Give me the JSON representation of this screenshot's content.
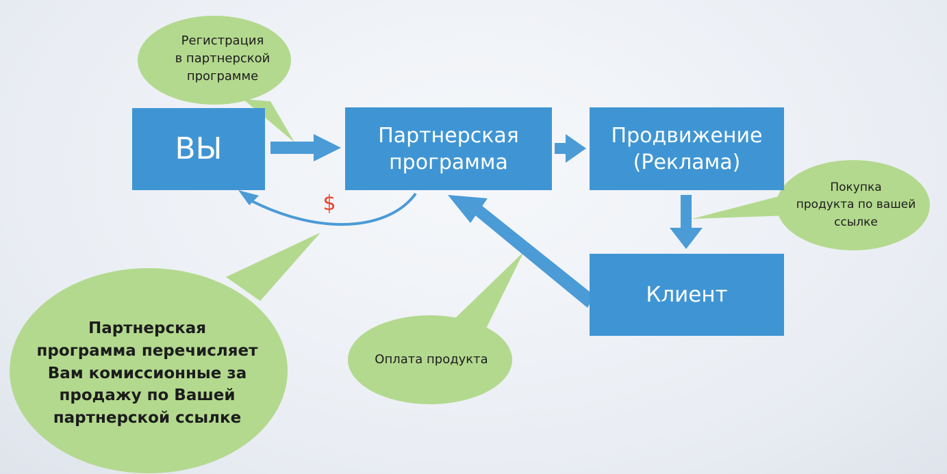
{
  "boxes": {
    "you": "ВЫ",
    "partner_program": "Партнерская\nпрограмма",
    "promotion": "Продвижение\n(Реклама)",
    "client": "Клиент"
  },
  "callouts": {
    "registration": "Регистрация\nв партнерской\nпрограмме",
    "purchase": "Покупка\nпродукта по вашей\nссылке",
    "payment": "Оплата продукта",
    "commission": "Партнерская\nпрограмма перечисляет\nВам комиссионные за\nпродажу по Вашей\nпартнерской ссылке"
  },
  "currency_symbol": "$",
  "colors": {
    "box_fill": "#3f95d3",
    "box_text": "#ffffff",
    "arrow": "#4a9bd6",
    "callout_fill": "#b3d98e",
    "dollar": "#e8432c"
  }
}
